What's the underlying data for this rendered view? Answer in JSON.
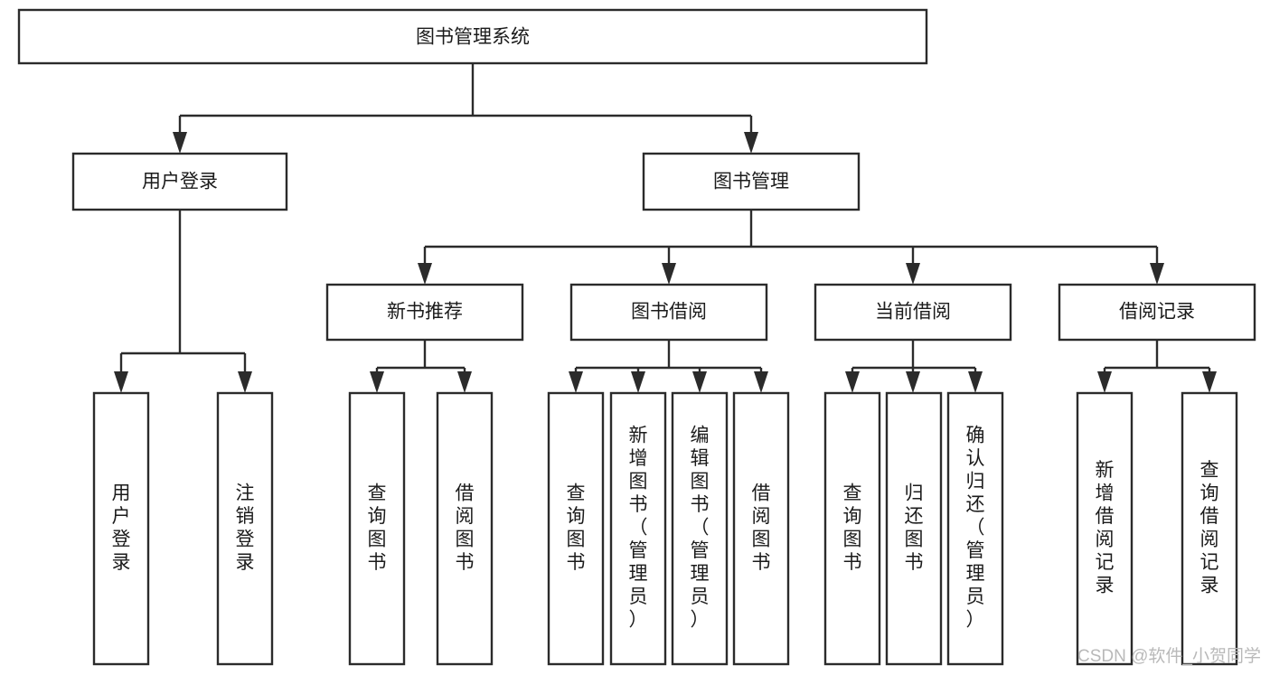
{
  "diagram": {
    "type": "tree-hierarchy-chart",
    "title": "图书管理系统",
    "background_color": "#ffffff",
    "line_color": "#2b2b2b",
    "text_color": "#1b1b1b",
    "levels": 4,
    "root": {
      "id": "root",
      "label": "图书管理系统",
      "orientation": "horizontal"
    },
    "level2": [
      {
        "id": "user-login",
        "label": "用户登录",
        "orientation": "horizontal"
      },
      {
        "id": "book-management",
        "label": "图书管理",
        "orientation": "horizontal"
      }
    ],
    "level3": [
      {
        "id": "new-book-recommend",
        "label": "新书推荐",
        "orientation": "horizontal",
        "parent": "book-management"
      },
      {
        "id": "book-borrow",
        "label": "图书借阅",
        "orientation": "horizontal",
        "parent": "book-management"
      },
      {
        "id": "current-borrow",
        "label": "当前借阅",
        "orientation": "horizontal",
        "parent": "book-management"
      },
      {
        "id": "borrow-record",
        "label": "借阅记录",
        "orientation": "horizontal",
        "parent": "book-management"
      }
    ],
    "leaves": {
      "user-login": [
        {
          "id": "leaf-user-login",
          "label": "用户登录",
          "orientation": "vertical"
        },
        {
          "id": "leaf-user-logout",
          "label": "注销登录",
          "orientation": "vertical"
        }
      ],
      "new-book-recommend": [
        {
          "id": "leaf-query-book-1",
          "label": "查询图书",
          "orientation": "vertical"
        },
        {
          "id": "leaf-borrow-book-1",
          "label": "借阅图书",
          "orientation": "vertical"
        }
      ],
      "book-borrow": [
        {
          "id": "leaf-query-book-2",
          "label": "查询图书",
          "orientation": "vertical"
        },
        {
          "id": "leaf-add-book",
          "label": "新增图书（管理员）",
          "orientation": "vertical"
        },
        {
          "id": "leaf-edit-book",
          "label": "编辑图书（管理员）",
          "orientation": "vertical"
        },
        {
          "id": "leaf-borrow-book-2",
          "label": "借阅图书",
          "orientation": "vertical"
        }
      ],
      "current-borrow": [
        {
          "id": "leaf-query-book-3",
          "label": "查询图书",
          "orientation": "vertical"
        },
        {
          "id": "leaf-return-book",
          "label": "归还图书",
          "orientation": "vertical"
        },
        {
          "id": "leaf-confirm-return",
          "label": "确认归还（管理员）",
          "orientation": "vertical"
        }
      ],
      "borrow-record": [
        {
          "id": "leaf-add-record",
          "label": "新增借阅记录",
          "orientation": "vertical"
        },
        {
          "id": "leaf-query-record",
          "label": "查询借阅记录",
          "orientation": "vertical"
        }
      ]
    }
  },
  "watermark": {
    "text": "CSDN @软件_小贺同学",
    "color": "#b9b9b9"
  }
}
